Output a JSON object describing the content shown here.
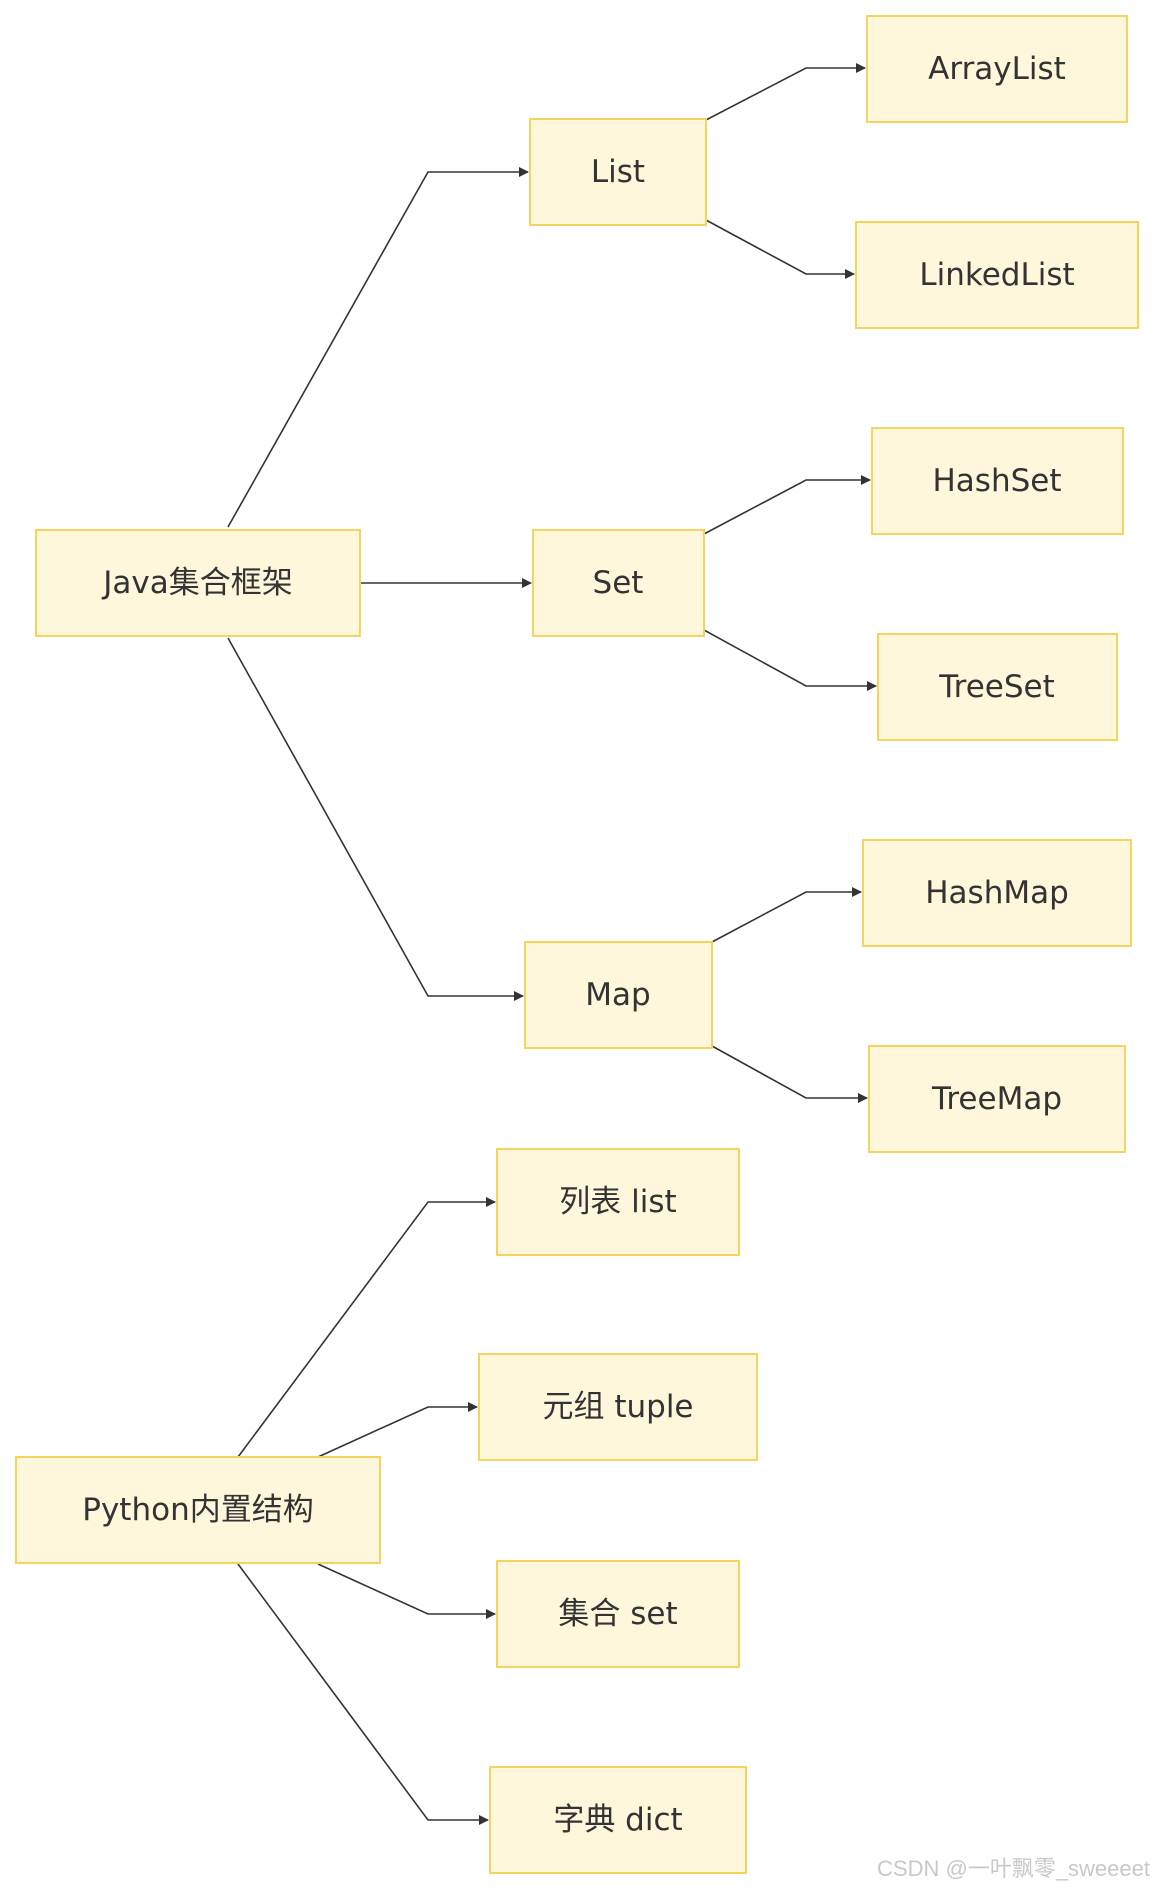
{
  "nodes": {
    "java": "Java集合框架",
    "list": "List",
    "arraylist": "ArrayList",
    "linkedlist": "LinkedList",
    "set": "Set",
    "hashset": "HashSet",
    "treeset": "TreeSet",
    "map": "Map",
    "hashmap": "HashMap",
    "treemap": "TreeMap",
    "python": "Python内置结构",
    "py_list": "列表 list",
    "py_tuple": "元组 tuple",
    "py_set": "集合 set",
    "py_dict": "字典 dict"
  },
  "edges": [
    [
      "java",
      "list"
    ],
    [
      "java",
      "set"
    ],
    [
      "java",
      "map"
    ],
    [
      "list",
      "arraylist"
    ],
    [
      "list",
      "linkedlist"
    ],
    [
      "set",
      "hashset"
    ],
    [
      "set",
      "treeset"
    ],
    [
      "map",
      "hashmap"
    ],
    [
      "map",
      "treemap"
    ],
    [
      "python",
      "py_list"
    ],
    [
      "python",
      "py_tuple"
    ],
    [
      "python",
      "py_set"
    ],
    [
      "python",
      "py_dict"
    ]
  ],
  "colors": {
    "node_fill": "#fff7dc",
    "node_stroke": "#f4d35e",
    "edge": "#333333"
  },
  "watermark": "CSDN @一叶飘零_sweeeet"
}
